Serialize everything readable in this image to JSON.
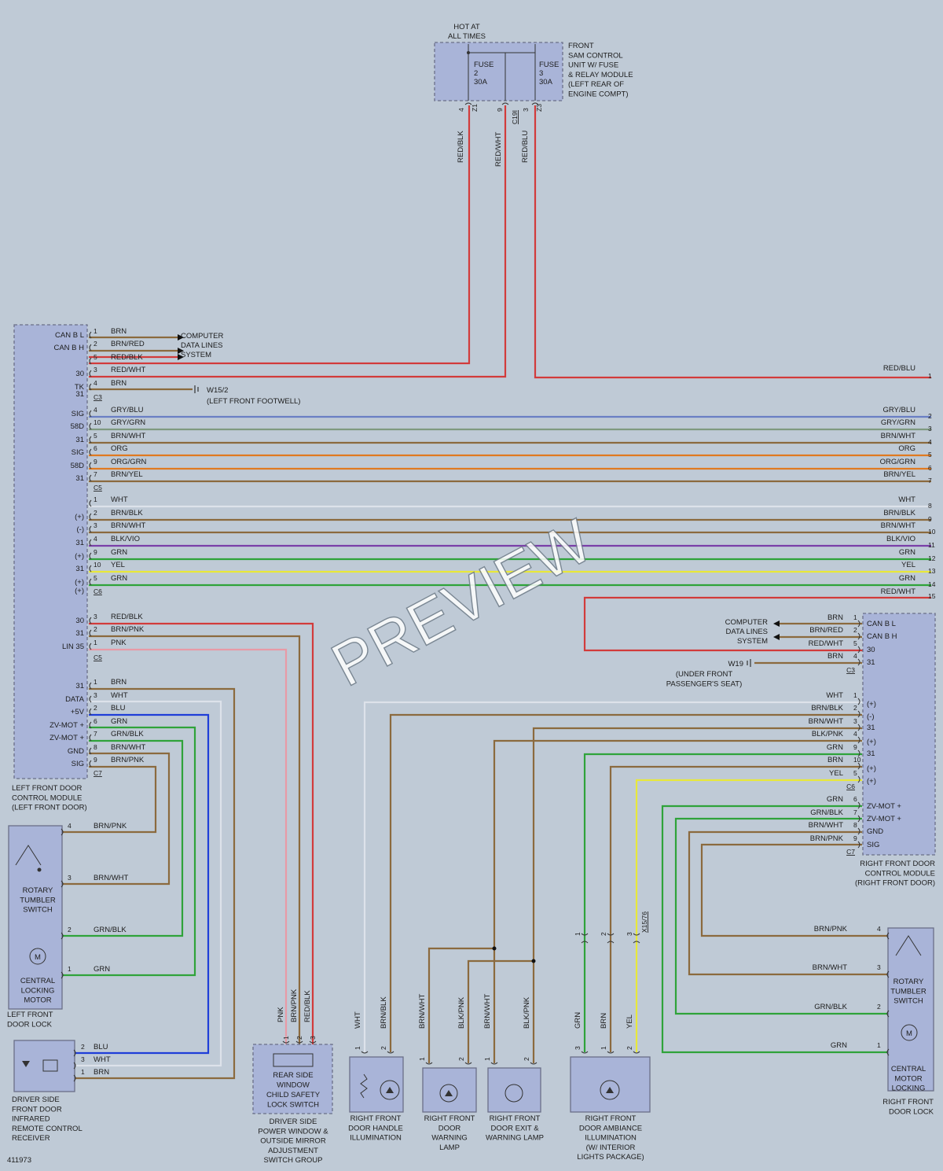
{
  "components": {
    "sam": {
      "top_label": [
        "HOT AT",
        "ALL TIMES"
      ],
      "label": [
        "FRONT",
        "SAM CONTROL",
        "UNIT W/ FUSE",
        "& RELAY MODULE",
        "(LEFT REAR OF",
        "ENGINE COMPT)"
      ],
      "fuse2": [
        "FUSE",
        "2",
        "30A"
      ],
      "fuse3": [
        "FUSE",
        "3",
        "30A"
      ],
      "pins": [
        "4",
        "9",
        "3"
      ],
      "terms": [
        "Z1",
        "Z3"
      ],
      "connector": "C19I"
    },
    "left_module": {
      "label": [
        "LEFT FRONT DOOR",
        "CONTROL MODULE",
        "(LEFT FRONT DOOR)"
      ]
    },
    "right_module": {
      "label": [
        "RIGHT FRONT DOOR",
        "CONTROL MODULE",
        "(RIGHT FRONT DOOR)"
      ]
    },
    "computer_left": [
      "COMPUTER",
      "DATA LINES",
      "SYSTEM"
    ],
    "computer_right": [
      "COMPUTER",
      "DATA LINES",
      "SYSTEM"
    ],
    "ground_left": [
      "W15/2",
      "(LEFT FRONT FOOTWELL)"
    ],
    "ground_right": [
      "W19",
      "(UNDER FRONT",
      "PASSENGER'S SEAT)"
    ],
    "rotary_left": [
      "ROTARY",
      "TUMBLER",
      "SWITCH"
    ],
    "motor_left": [
      "CENTRAL",
      "LOCKING",
      "MOTOR"
    ],
    "door_lock_left": [
      "LEFT FRONT",
      "DOOR LOCK"
    ],
    "infrared": [
      "DRIVER SIDE",
      "FRONT DOOR",
      "INFRARED",
      "REMOTE CONTROL",
      "RECEIVER"
    ],
    "rear_switch_inner": [
      "REAR SIDE",
      "WINDOW",
      "CHILD SAFETY",
      "LOCK SWITCH"
    ],
    "rear_switch_outer": [
      "DRIVER SIDE",
      "POWER WINDOW &",
      "OUTSIDE MIRROR",
      "ADJUSTMENT",
      "SWITCH GROUP"
    ],
    "handle_illum": [
      "RIGHT FRONT",
      "DOOR HANDLE",
      "ILLUMINATION"
    ],
    "warning_lamp": [
      "RIGHT FRONT",
      "DOOR",
      "WARNING",
      "LAMP"
    ],
    "exit_lamp": [
      "RIGHT FRONT",
      "DOOR EXIT &",
      "WARNING LAMP"
    ],
    "ambiance": [
      "RIGHT FRONT",
      "DOOR AMBIANCE",
      "ILLUMINATION",
      "(W/ INTERIOR",
      "LIGHTS PACKAGE)"
    ],
    "rotary_right": [
      "ROTARY",
      "TUMBLER",
      "SWITCH"
    ],
    "motor_right": [
      "CENTRAL",
      "MOTOR",
      "LOCKING"
    ],
    "door_lock_right": [
      "RIGHT FRONT",
      "DOOR LOCK"
    ],
    "motor_symbol": "M",
    "x1576": "X15/76"
  },
  "left_groups": [
    {
      "connector": "C3",
      "rows": [
        {
          "term": "CAN B L",
          "pin": "1",
          "wire": "BRN"
        },
        {
          "term": "CAN B H",
          "pin": "2",
          "wire": "BRN/RED"
        },
        {
          "term": "",
          "pin": "5",
          "wire": "RED/BLK"
        },
        {
          "term": "30",
          "pin": "3",
          "wire": "RED/WHT"
        },
        {
          "term": "TK",
          "pin": "4",
          "wire": "BRN"
        },
        {
          "term": "31",
          "pin": "",
          "wire": ""
        }
      ]
    },
    {
      "connector": "C5",
      "rows": [
        {
          "term": "SIG",
          "pin": "4",
          "wire": "GRY/BLU",
          "rpin": "2"
        },
        {
          "term": "58D",
          "pin": "10",
          "wire": "GRY/GRN",
          "rpin": "3"
        },
        {
          "term": "31",
          "pin": "5",
          "wire": "BRN/WHT",
          "rpin": "4"
        },
        {
          "term": "SIG",
          "pin": "6",
          "wire": "ORG",
          "rpin": "5"
        },
        {
          "term": "58D",
          "pin": "9",
          "wire": "ORG/GRN",
          "rpin": "6"
        },
        {
          "term": "31",
          "pin": "7",
          "wire": "BRN/YEL",
          "rpin": "7"
        }
      ]
    },
    {
      "connector": "C6",
      "rows": [
        {
          "term": "",
          "pin": "1",
          "wire": "WHT",
          "rpin": "8"
        },
        {
          "term": "(+)",
          "pin": "2",
          "wire": "BRN/BLK",
          "rpin": "9"
        },
        {
          "term": "(-)",
          "pin": "3",
          "wire": "BRN/WHT",
          "rpin": "10"
        },
        {
          "term": "31",
          "pin": "4",
          "wire": "BLK/VIO",
          "rpin": "11"
        },
        {
          "term": "(+)",
          "pin": "9",
          "wire": "GRN",
          "rpin": "12"
        },
        {
          "term": "31",
          "pin": "10",
          "wire": "YEL",
          "rpin": "13"
        },
        {
          "term": "(+)",
          "pin": "5",
          "wire": "GRN",
          "rpin": "14"
        },
        {
          "term": "(+)",
          "pin": "",
          "wire": ""
        }
      ]
    },
    {
      "connector": "C5",
      "rows": [
        {
          "term": "30",
          "pin": "3",
          "wire": "RED/BLK"
        },
        {
          "term": "31",
          "pin": "2",
          "wire": "BRN/PNK"
        },
        {
          "term": "LIN 35",
          "pin": "1",
          "wire": "PNK"
        }
      ]
    },
    {
      "connector": "C7",
      "rows": [
        {
          "term": "31",
          "pin": "1",
          "wire": "BRN"
        },
        {
          "term": "DATA",
          "pin": "3",
          "wire": "WHT"
        },
        {
          "term": "+5V",
          "pin": "2",
          "wire": "BLU"
        },
        {
          "term": "ZV-MOT +",
          "pin": "6",
          "wire": "GRN"
        },
        {
          "term": "ZV-MOT +",
          "pin": "7",
          "wire": "GRN/BLK"
        },
        {
          "term": "GND",
          "pin": "8",
          "wire": "BRN/WHT"
        },
        {
          "term": "SIG",
          "pin": "9",
          "wire": "BRN/PNK"
        }
      ]
    }
  ],
  "right_long": {
    "wire": "RED/BLU",
    "rpin": "1"
  },
  "right_15": {
    "wire": "RED/WHT",
    "rpin": "15"
  },
  "right_groups": [
    {
      "connector": "C3",
      "rows": [
        {
          "term": "CAN B L",
          "pin": "1",
          "wire": "BRN"
        },
        {
          "term": "CAN B H",
          "pin": "2",
          "wire": "BRN/RED"
        },
        {
          "term": "30",
          "pin": "5",
          "wire": "RED/WHT"
        },
        {
          "term": "31",
          "pin": "4",
          "wire": "BRN"
        }
      ]
    },
    {
      "connector": "C6",
      "rows": [
        {
          "term": "(+)",
          "pin": "1",
          "wire": "WHT"
        },
        {
          "term": "(-)",
          "pin": "2",
          "wire": "BRN/BLK"
        },
        {
          "term": "31",
          "pin": "3",
          "wire": "BRN/WHT"
        },
        {
          "term": "(+)",
          "pin": "4",
          "wire": "BLK/PNK"
        },
        {
          "term": "31",
          "pin": "9",
          "wire": "GRN"
        },
        {
          "term": "(+)",
          "pin": "10",
          "wire": "BRN"
        },
        {
          "term": "(+)",
          "pin": "5",
          "wire": "YEL"
        }
      ]
    },
    {
      "connector": "C7",
      "rows": [
        {
          "term": "ZV-MOT +",
          "pin": "6",
          "wire": "GRN"
        },
        {
          "term": "ZV-MOT +",
          "pin": "7",
          "wire": "GRN/BLK"
        },
        {
          "term": "GND",
          "pin": "8",
          "wire": "BRN/WHT"
        },
        {
          "term": "SIG",
          "pin": "9",
          "wire": "BRN/PNK"
        }
      ]
    }
  ],
  "sam_wires": [
    "RED/BLK",
    "RED/WHT",
    "RED/BLU"
  ],
  "left_lock_wires": [
    {
      "pin": "4",
      "wire": "BRN/PNK"
    },
    {
      "pin": "3",
      "wire": "BRN/WHT"
    },
    {
      "pin": "2",
      "wire": "GRN/BLK"
    },
    {
      "pin": "1",
      "wire": "GRN"
    }
  ],
  "infrared_wires": [
    {
      "pin": "2",
      "wire": "BLU"
    },
    {
      "pin": "3",
      "wire": "WHT"
    },
    {
      "pin": "1",
      "wire": "BRN"
    }
  ],
  "switch_wires": [
    {
      "pin": "1",
      "wire": "PNK"
    },
    {
      "pin": "2",
      "wire": "BRN/PNK"
    },
    {
      "pin": "3",
      "wire": "RED/BLK"
    }
  ],
  "bottom_wires": [
    {
      "pin": "1",
      "wire": "WHT"
    },
    {
      "pin": "2",
      "wire": "BRN/BLK"
    },
    {
      "pin": "1",
      "wire": "BRN/WHT"
    },
    {
      "pin": "2",
      "wire": "BLK/PNK"
    },
    {
      "pin": "1",
      "wire": "BRN/WHT"
    },
    {
      "pin": "2",
      "wire": "BLK/PNK"
    },
    {
      "pin": "3",
      "wire": "GRN"
    },
    {
      "pin": "1",
      "wire": "BRN"
    },
    {
      "pin": "2",
      "wire": "YEL"
    }
  ],
  "ambiance_splices": [
    "1",
    "2",
    "3"
  ],
  "right_lock_wires": [
    {
      "pin": "4",
      "wire": "BRN/PNK"
    },
    {
      "pin": "3",
      "wire": "BRN/WHT"
    },
    {
      "pin": "2",
      "wire": "GRN/BLK"
    },
    {
      "pin": "1",
      "wire": "GRN"
    }
  ],
  "figure_number": "411973",
  "watermark": "PREVIEW",
  "colors": {
    "RED": "#d23b3b",
    "BRN": "#8b6a3e",
    "WHT": "#dde2ea",
    "GRY_BLU": "#6a7fc4",
    "GRY_GRN": "#7f9a80",
    "ORG": "#e07a21",
    "BLK_VIO": "#7a3fa8",
    "GRN": "#2fa33a",
    "YEL": "#e8e83a",
    "PNK": "#e89aa6",
    "BLU": "#1f3ed8",
    "BLK": "#222222"
  }
}
